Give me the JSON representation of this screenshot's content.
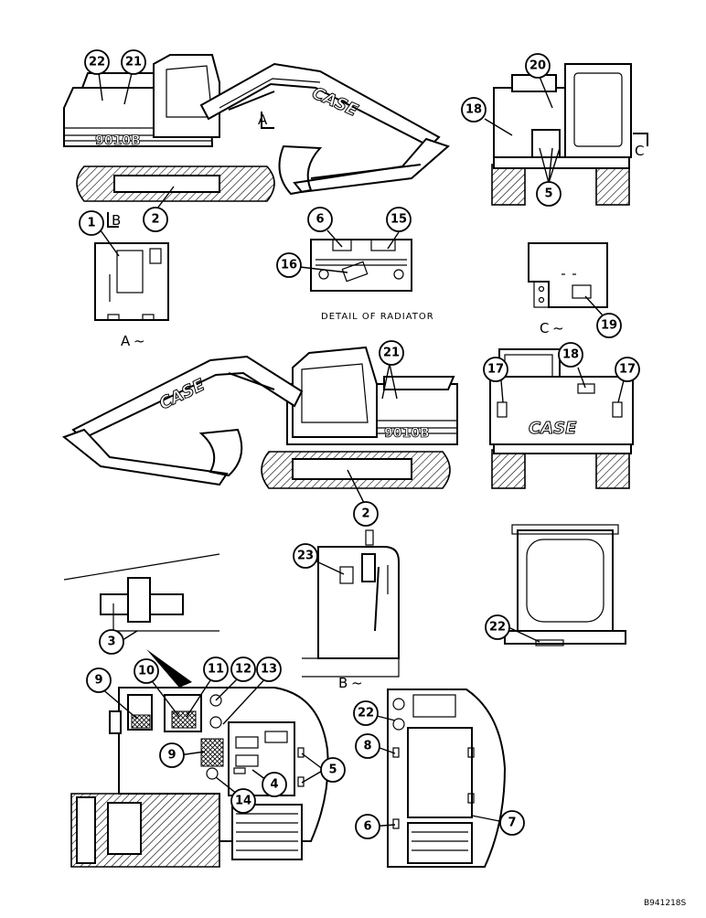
{
  "brand": "CASE",
  "model": "9010B",
  "captions": {
    "radiator_detail": "DETAIL OF RADIATOR",
    "view_a": "A",
    "view_b": "B",
    "view_c": "C",
    "arrow_a": "A",
    "arrow_b": "B",
    "arrow_c": "C"
  },
  "document_id": "B941218S",
  "callouts": [
    "22",
    "21",
    "2",
    "20",
    "18",
    "5",
    "1",
    "6",
    "15",
    "16",
    "19",
    "21",
    "18",
    "17",
    "17",
    "2",
    "23",
    "22",
    "3",
    "9",
    "10",
    "11",
    "12",
    "13",
    "9",
    "5",
    "4",
    "14",
    "22",
    "8",
    "6",
    "7"
  ]
}
